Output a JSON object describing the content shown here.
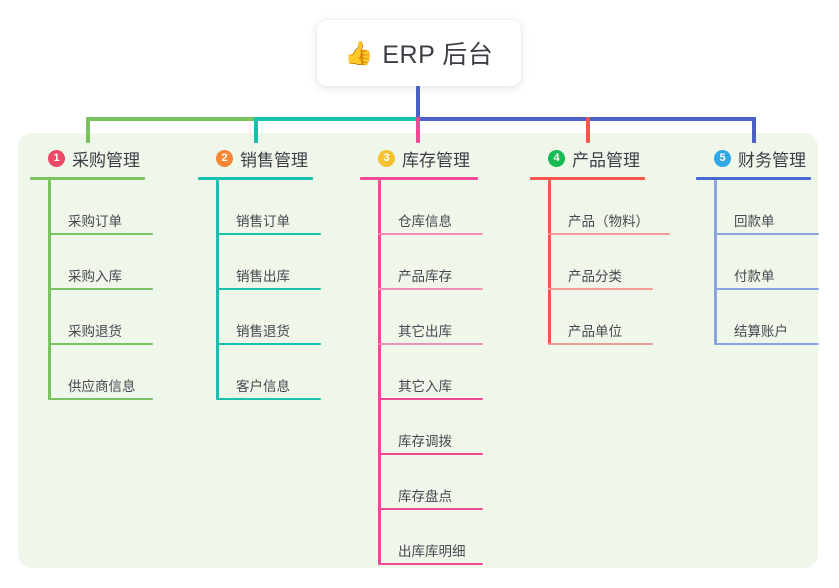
{
  "diagram": {
    "type": "mind-map",
    "root": {
      "icon": "thumbs-up-icon",
      "emoji": "👍",
      "title": "ERP 后台"
    },
    "panel_color": "#eef7ea",
    "branches": [
      {
        "number": "1",
        "title": "采购管理",
        "badge_color": "#ed4a67",
        "line_color": "#79c360",
        "items": [
          {
            "label": "采购订单"
          },
          {
            "label": "采购入库"
          },
          {
            "label": "采购退货"
          },
          {
            "label": "供应商信息"
          }
        ]
      },
      {
        "number": "2",
        "title": "销售管理",
        "badge_color": "#f58634",
        "line_color": "#18c0ae",
        "items": [
          {
            "label": "销售订单"
          },
          {
            "label": "销售出库"
          },
          {
            "label": "销售退货"
          },
          {
            "label": "客户信息"
          }
        ]
      },
      {
        "number": "3",
        "title": "库存管理",
        "badge_color": "#f6c231",
        "line_color": "#ec4a95",
        "items": [
          {
            "label": "仓库信息"
          },
          {
            "label": "产品库存"
          },
          {
            "label": "其它出库"
          },
          {
            "label": "其它入库"
          },
          {
            "label": "库存调拨"
          },
          {
            "label": "库存盘点"
          },
          {
            "label": "出库库明细"
          }
        ]
      },
      {
        "number": "4",
        "title": "产品管理",
        "badge_color": "#17bb53",
        "line_color": "#f4564f",
        "items": [
          {
            "label": "产品（物料）"
          },
          {
            "label": "产品分类"
          },
          {
            "label": "产品单位"
          }
        ]
      },
      {
        "number": "5",
        "title": "财务管理",
        "badge_color": "#2fa8e8",
        "line_color": "#4769d0",
        "items": [
          {
            "label": "回款单"
          },
          {
            "label": "付款单"
          },
          {
            "label": "结算账户"
          }
        ]
      }
    ],
    "connectors": {
      "root_stem_color": "#4a62c8",
      "segments": [
        {
          "color": "#79c360"
        },
        {
          "color": "#18c0ae"
        },
        {
          "color": "#4a62c8"
        }
      ]
    }
  }
}
